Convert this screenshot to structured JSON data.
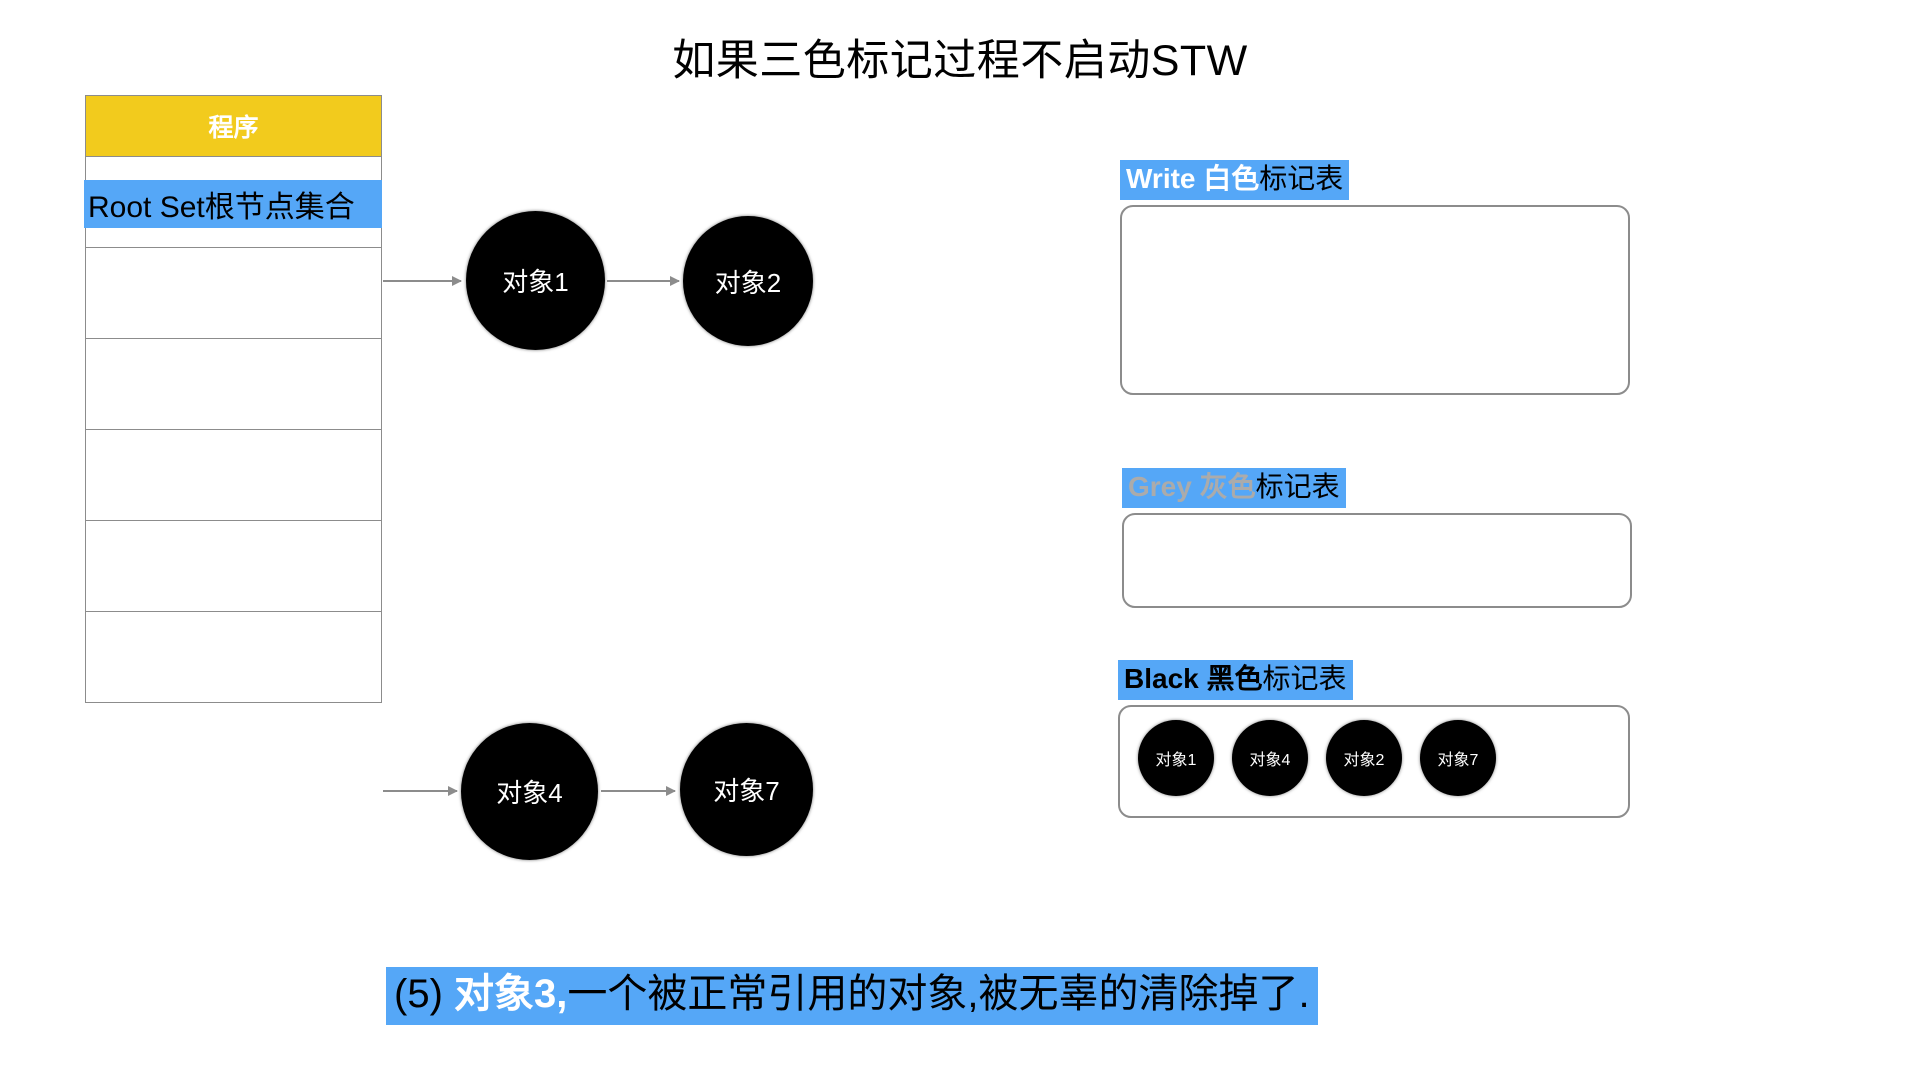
{
  "title": "如果三色标记过程不启动STW",
  "program_table": {
    "header": "程序",
    "rootset_label": "Root Set根节点集合",
    "empty_row_count": 6
  },
  "graph": {
    "nodes": [
      {
        "id": "obj1",
        "label": "对象1"
      },
      {
        "id": "obj2",
        "label": "对象2"
      },
      {
        "id": "obj4",
        "label": "对象4"
      },
      {
        "id": "obj7",
        "label": "对象7"
      }
    ],
    "edges": [
      {
        "from": "root-set",
        "to": "obj1"
      },
      {
        "from": "obj1",
        "to": "obj2"
      },
      {
        "from": "root-set",
        "to": "obj4"
      },
      {
        "from": "obj4",
        "to": "obj7"
      }
    ]
  },
  "mark_tables": [
    {
      "key": "white",
      "en": "Write",
      "cn": "白色",
      "suffix": "标记表",
      "items": []
    },
    {
      "key": "grey",
      "en": "Grey",
      "cn": "灰色",
      "suffix": "标记表",
      "items": []
    },
    {
      "key": "black",
      "en": "Black",
      "cn": "黑色",
      "suffix": "标记表",
      "items": [
        "对象1",
        "对象4",
        "对象2",
        "对象7"
      ]
    }
  ],
  "caption": {
    "step": "(5) ",
    "highlight": "对象3,",
    "rest": "一个被正常引用的对象,被无辜的清除掉了."
  },
  "colors": {
    "accent_blue": "#55A7F7",
    "header_yellow": "#F2CB1D",
    "node_black": "#000000",
    "border_grey": "#8c8c8c",
    "grey_text": "#ababab"
  }
}
